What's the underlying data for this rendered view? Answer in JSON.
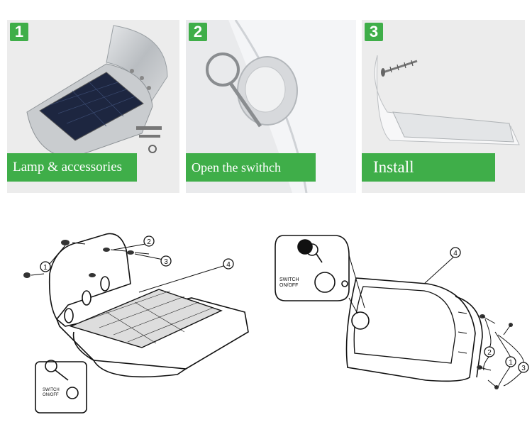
{
  "steps": [
    {
      "number": "1",
      "caption": "Lamp & accessories"
    },
    {
      "number": "2",
      "caption": "Open the swithch"
    },
    {
      "number": "3",
      "caption": "Install"
    }
  ],
  "diagram_left": {
    "callouts": [
      "1",
      "2",
      "3",
      "4"
    ],
    "switch_label_line1": "SWITCH",
    "switch_label_line2": "ON/OFF"
  },
  "diagram_right": {
    "callouts": [
      "4",
      "2",
      "1",
      "3"
    ],
    "switch_label_line1": "SWITCH",
    "switch_label_line2": "ON/OFF"
  },
  "colors": {
    "accent_green": "#3fae49"
  }
}
